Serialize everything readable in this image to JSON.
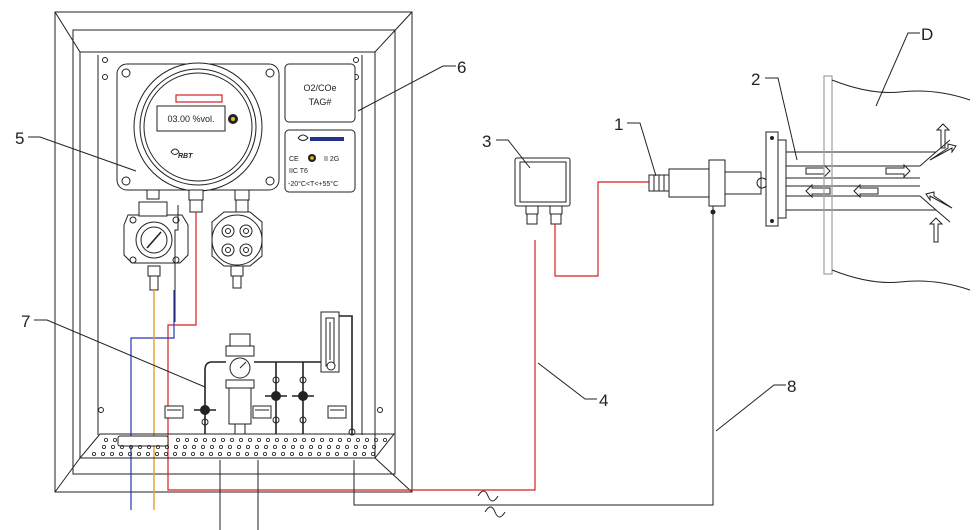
{
  "labels": {
    "l1": "1",
    "l2": "2",
    "l3": "3",
    "l4": "4",
    "l5": "5",
    "l6": "6",
    "l7": "7",
    "l8": "8",
    "lD": "D"
  },
  "analyzer": {
    "display_value": "03.00 %vol.",
    "brand": "RBT"
  },
  "tag_plate": {
    "line1": "O2/COe",
    "line2": "TAG#"
  },
  "cert_plate": {
    "ce": "CE",
    "ex": "II 2G",
    "ic": "IIC T6",
    "temp": "-20°C<T<+55°C"
  },
  "colors": {
    "signal_red": "#d42020",
    "cable_blue": "#2a33b8",
    "cable_orange": "#e0a030",
    "line": "#222222",
    "stack_wall": "#a0a0a0"
  }
}
